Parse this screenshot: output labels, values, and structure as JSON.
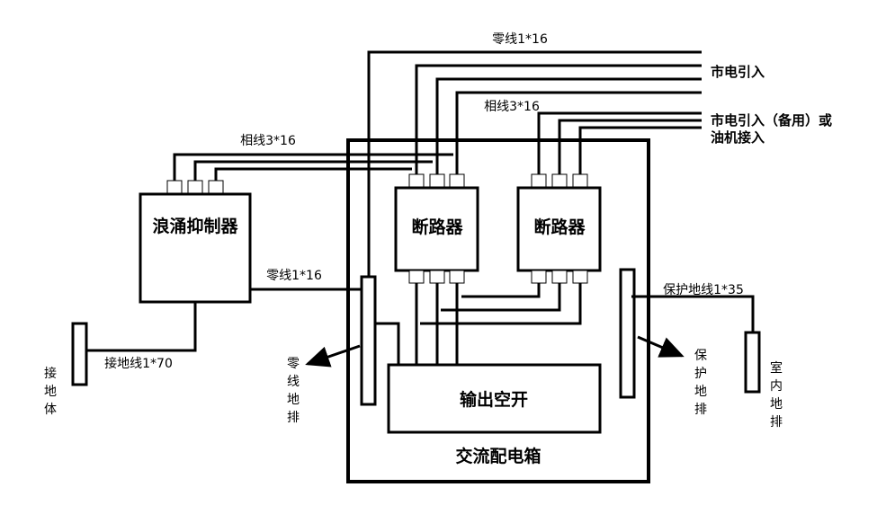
{
  "diagram": {
    "title": "交流配电箱",
    "components": {
      "surge_protector": "浪涌抑制器",
      "breaker_1": "断路器",
      "breaker_2": "断路器",
      "output_switch": "输出空开",
      "distribution_box": "交流配电箱"
    },
    "inputs": {
      "mains": "市电引入",
      "backup_line1": "市电引入（备用）或",
      "backup_line2": "油机接入"
    },
    "wire_labels": {
      "neutral_top": "零线1*16",
      "phase_mains": "相线3*16",
      "phase_surge": "相线3*16",
      "neutral_surge": "零线1*16",
      "ground_wire": "接地线1*70",
      "pe_wire": "保护地线1*35"
    },
    "vertical_labels": {
      "ground_body": [
        "接",
        "地",
        "体"
      ],
      "neutral_bar": [
        "零",
        "线",
        "地",
        "排"
      ],
      "pe_bar": [
        "保",
        "护",
        "地",
        "排"
      ],
      "indoor_bar": [
        "室",
        "内",
        "地",
        "排"
      ]
    }
  }
}
